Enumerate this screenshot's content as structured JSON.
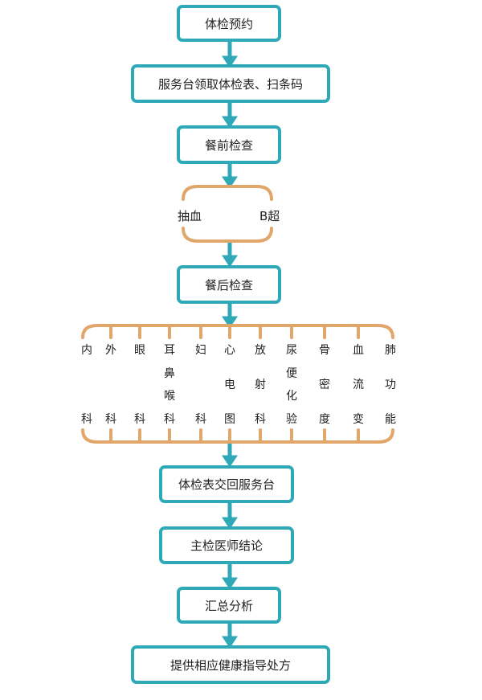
{
  "steps": {
    "s1": "体检预约",
    "s2": "服务台领取体检表、扫条码",
    "s3": "餐前检查",
    "s4": "餐后检查",
    "s5": "体检表交回服务台",
    "s6": "主检医师结论",
    "s7": "汇总分析",
    "s8": "提供相应健康指导处方"
  },
  "pre_meal_items": [
    "抽血",
    "B超"
  ],
  "departments": [
    [
      "内",
      "科"
    ],
    [
      "外",
      "科"
    ],
    [
      "眼",
      "科"
    ],
    [
      "耳",
      "鼻",
      "喉",
      "科"
    ],
    [
      "妇",
      "科"
    ],
    [
      "心",
      "电",
      "图"
    ],
    [
      "放",
      "射",
      "科"
    ],
    [
      "尿",
      "便",
      "化",
      "验"
    ],
    [
      "骨",
      "密",
      "度"
    ],
    [
      "血",
      "流",
      "变"
    ],
    [
      "肺",
      "功",
      "能"
    ]
  ],
  "colors": {
    "box": "#2fa9b8",
    "bracket": "#e0a66a"
  }
}
